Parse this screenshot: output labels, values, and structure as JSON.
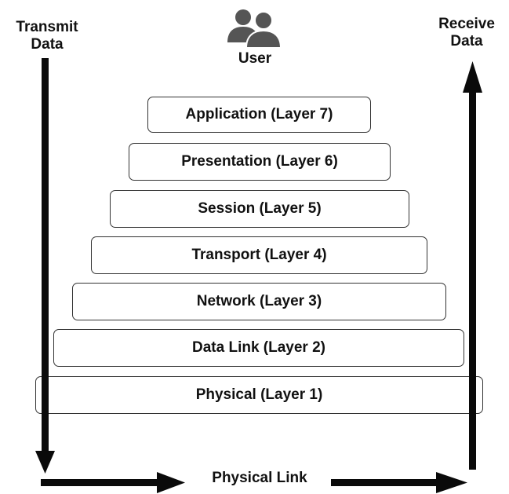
{
  "labels": {
    "transmit_line1": "Transmit",
    "transmit_line2": "Data",
    "receive_line1": "Receive",
    "receive_line2": "Data",
    "user": "User",
    "physical_link": "Physical Link"
  },
  "layers": [
    {
      "label": "Application (Layer 7)"
    },
    {
      "label": "Presentation (Layer 6)"
    },
    {
      "label": "Session (Layer 5)"
    },
    {
      "label": "Transport (Layer 4)"
    },
    {
      "label": "Network (Layer 3)"
    },
    {
      "label": "Data Link (Layer 2)"
    },
    {
      "label": "Physical (Layer 1)"
    }
  ],
  "icons": {
    "user": "users-icon",
    "transmit_arrow": "arrow-down-icon",
    "receive_arrow": "arrow-up-icon",
    "link_arrow": "arrow-right-icon"
  },
  "colors": {
    "arrow": "#0a0a0a",
    "box_border": "#333333",
    "icon": "#555555"
  }
}
